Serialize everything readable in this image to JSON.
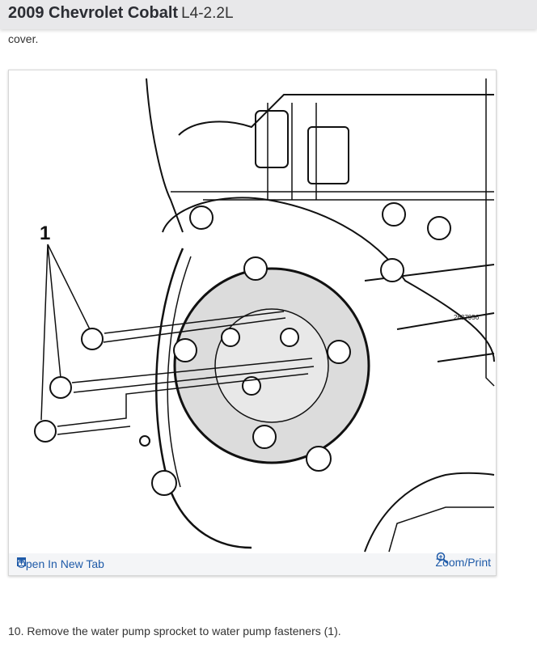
{
  "header": {
    "title": "2009 Chevrolet Cobalt",
    "engine": "L4-2.2L"
  },
  "previous_text_fragment": "cover.",
  "figure": {
    "callout_label": "1",
    "figure_id": "2637956",
    "open_tab_label": "Open In New Tab",
    "open_tab_icon": "open-in-new-tab-icon",
    "zoom_label": "Zoom/Print",
    "zoom_icon": "magnifier-plus-icon",
    "link_color": "#1e5aa8"
  },
  "step_text": "10. Remove the water pump sprocket to water pump fasteners (1)."
}
